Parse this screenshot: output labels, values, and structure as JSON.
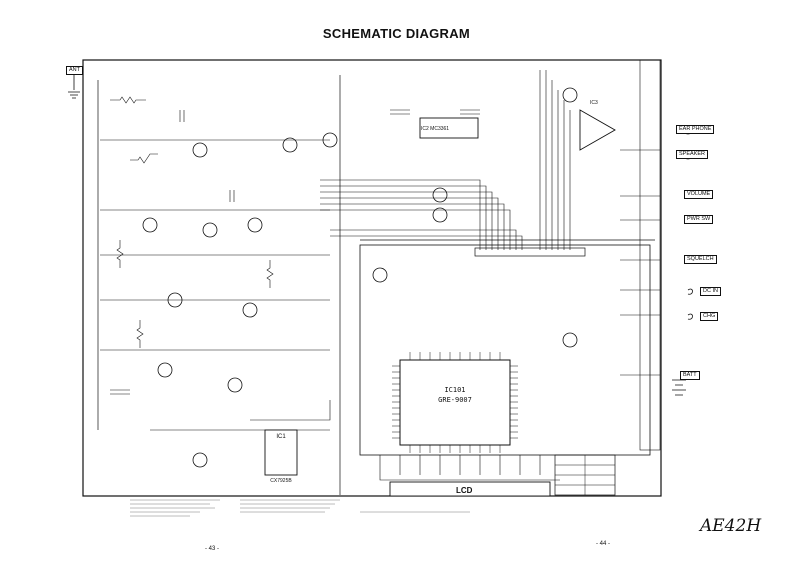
{
  "title": "SCHEMATIC DIAGRAM",
  "handwritten_note": "AE42H",
  "ics": {
    "main_ic": {
      "ref": "IC101",
      "part": "GRE-9007"
    },
    "lcd": "LCD",
    "ic2": "IC2 MC3361",
    "ic1": "IC1",
    "ic1_part": "CX7925B",
    "ic3": "IC3"
  },
  "jacks": {
    "ear_phone": "EAR PHONE",
    "speaker": "SPEAKER",
    "ant": "ANT"
  },
  "controls": {
    "volume": "VOLUME",
    "pwr_sw": "PWR SW",
    "squelch": "SQUELCH",
    "batt": "BATT",
    "dc_in": "DC IN",
    "chg": "CHG"
  },
  "page_numbers": {
    "left": "- 43 -",
    "right": "- 44 -"
  }
}
